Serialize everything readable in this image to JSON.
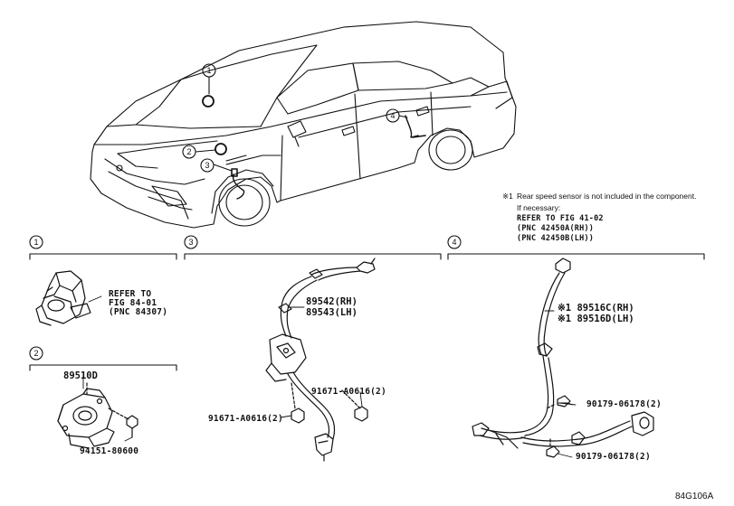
{
  "callouts": {
    "c1": "1",
    "c2": "2",
    "c3": "3",
    "c4": "4"
  },
  "note": {
    "mark": "※1",
    "line1": "Rear speed sensor is not included in the component.",
    "line2": "If necessary:",
    "line3": "REFER TO FIG 41-02",
    "line4": "(PNC 42450A(RH))",
    "line5": "(PNC 42450B(LH))"
  },
  "section1": {
    "ref_line1": "REFER TO",
    "ref_line2": "FIG 84-01",
    "ref_line3": "(PNC 84307)"
  },
  "section2": {
    "part_main": "89510D",
    "part_screw": "94151-80600"
  },
  "section3": {
    "part_rh": "89542(RH)",
    "part_lh": "89543(LH)",
    "bolt_a": "91671-A0616(2)",
    "bolt_b": "91671-A0616(2)"
  },
  "section4": {
    "part_rh": "※1 89516C(RH)",
    "part_lh": "※1 89516D(LH)",
    "clip_a": "90179-06178(2)",
    "clip_b": "90179-06178(2)"
  },
  "figure_id": "84G106A"
}
